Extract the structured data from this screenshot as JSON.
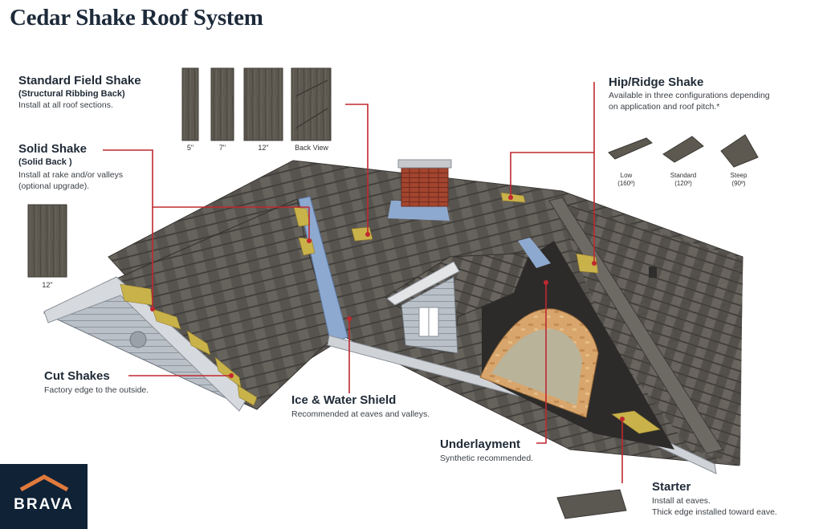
{
  "title": "Cedar Shake Roof System",
  "standard_field_shake": {
    "title": "Standard Field Shake",
    "subtitle": "(Structural Ribbing Back)",
    "desc": "Install at all roof sections.",
    "sizes": [
      "5\"",
      "7\"",
      "12\"",
      "Back View"
    ]
  },
  "solid_shake": {
    "title": "Solid Shake",
    "subtitle": "(Solid Back )",
    "desc_line1": "Install at rake and/or valleys",
    "desc_line2": "(optional upgrade).",
    "size": "12\""
  },
  "hip_ridge_shake": {
    "title": "Hip/Ridge Shake",
    "desc_line1": "Available in three configurations depending",
    "desc_line2": "on application and roof pitch.*",
    "configs": [
      {
        "name": "Low",
        "angle": "(160º)"
      },
      {
        "name": "Standard",
        "angle": "(120º)"
      },
      {
        "name": "Steep",
        "angle": "(90º)"
      }
    ]
  },
  "cut_shakes": {
    "title": "Cut Shakes",
    "desc": "Factory edge to the outside."
  },
  "ice_water_shield": {
    "title": "Ice & Water Shield",
    "desc": "Recommended at eaves and valleys."
  },
  "underlayment": {
    "title": "Underlayment",
    "desc": "Synthetic recommended."
  },
  "starter": {
    "title": "Starter",
    "desc_line1": "Install at eaves.",
    "desc_line2": "Thick edge installed toward eave."
  },
  "logo": {
    "text": "BRAVA"
  },
  "colors": {
    "callout_line": "#c0282f",
    "highlight": "#c9b24a",
    "title": "#1d2a3a",
    "logo_bg": "#0f2236",
    "logo_roof": "#e07a3c"
  },
  "icons": [
    "roof-diagram",
    "chimney",
    "dormer",
    "shake-samples",
    "ridge-caps",
    "brava-roof-icon"
  ]
}
